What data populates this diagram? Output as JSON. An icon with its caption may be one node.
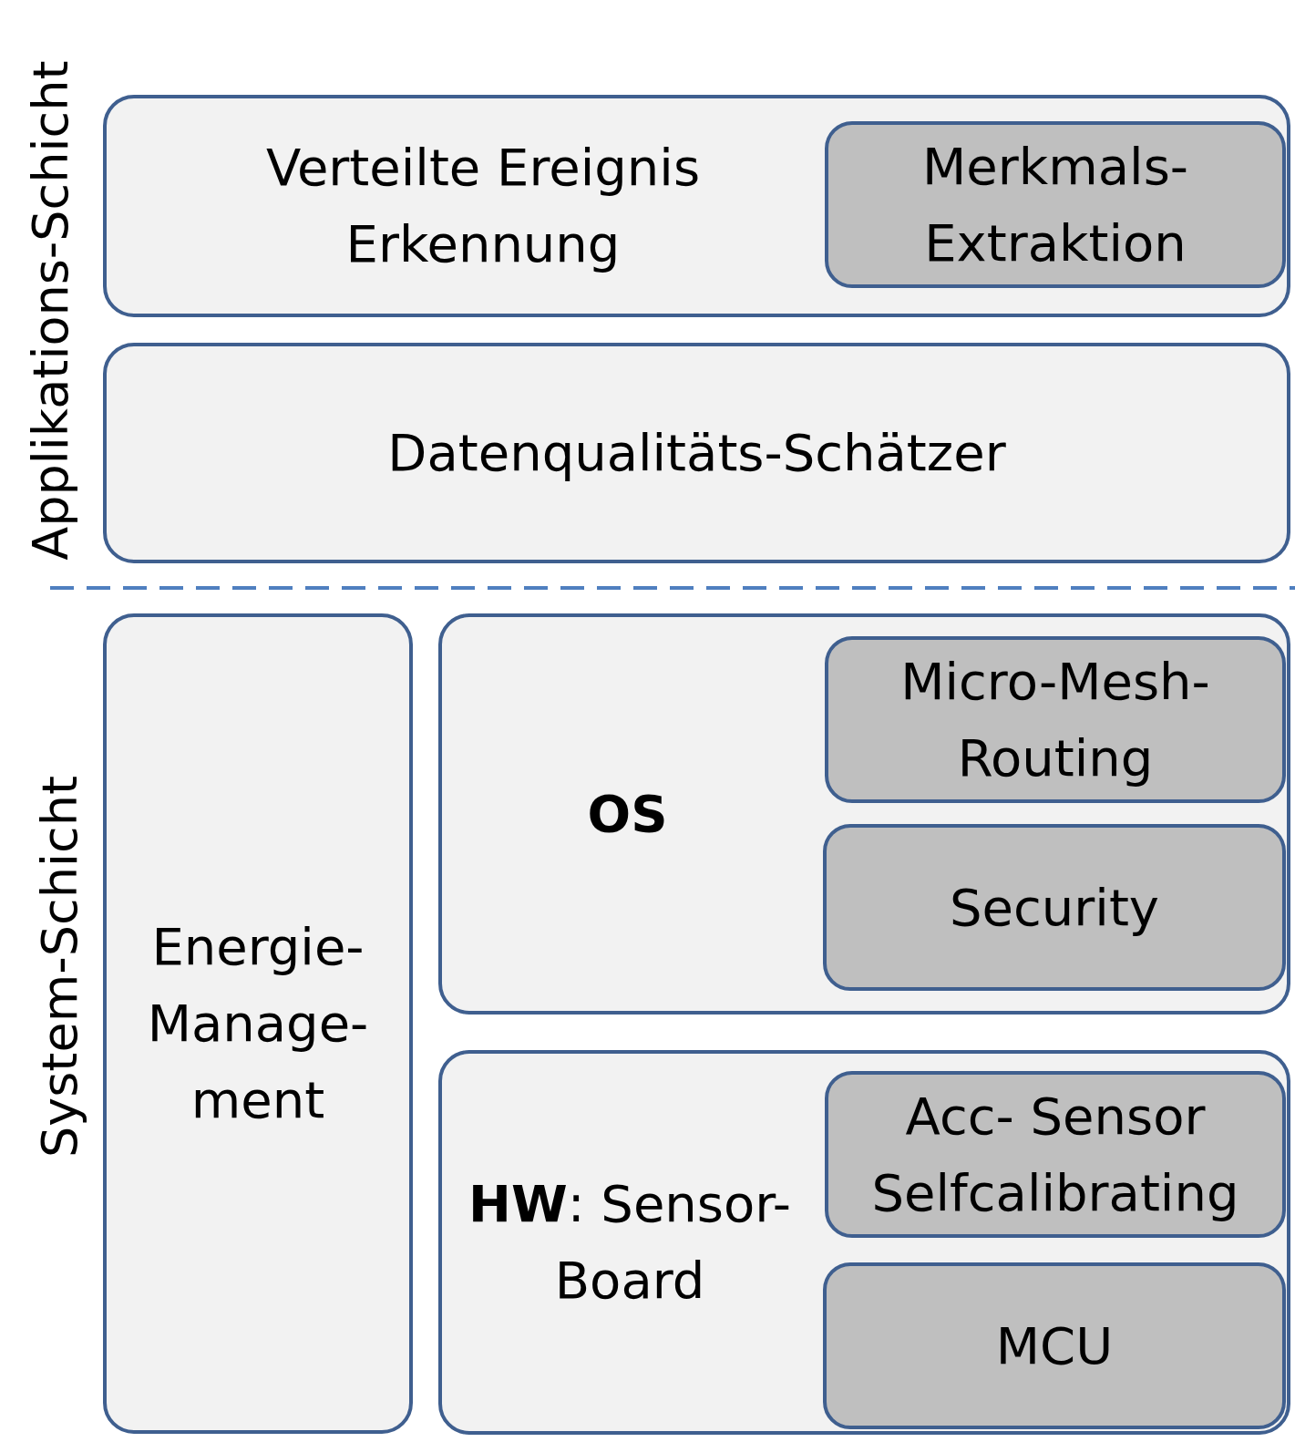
{
  "diagram": {
    "nodes": [
      {
        "text": [
          "Verteilte Ereignis Erkennung"
        ]
      },
      {
        "text": [
          "Merkmals-Extraktion"
        ],
        "in": 0
      },
      {
        "text": [
          "Datenqualitäts-Schätzer"
        ]
      },
      {
        "text": [
          "Energie-Manage-ment"
        ]
      },
      {
        "text": [
          "**OS**"
        ]
      },
      {
        "text": [
          "Micro-Mesh-Routing"
        ],
        "in": 4
      },
      {
        "text": [
          "Security"
        ],
        "in": 4
      },
      {
        "text": [
          "**HW**: Sensor-Board"
        ]
      },
      {
        "text": [
          "Acc- Sensor Selfcalibrating"
        ],
        "in": 7
      },
      {
        "text": [
          "MCU"
        ],
        "in": 7
      }
    ],
    "edges": [],
    "labels": [
      "Applikations-Schicht",
      "System-Schicht"
    ]
  }
}
